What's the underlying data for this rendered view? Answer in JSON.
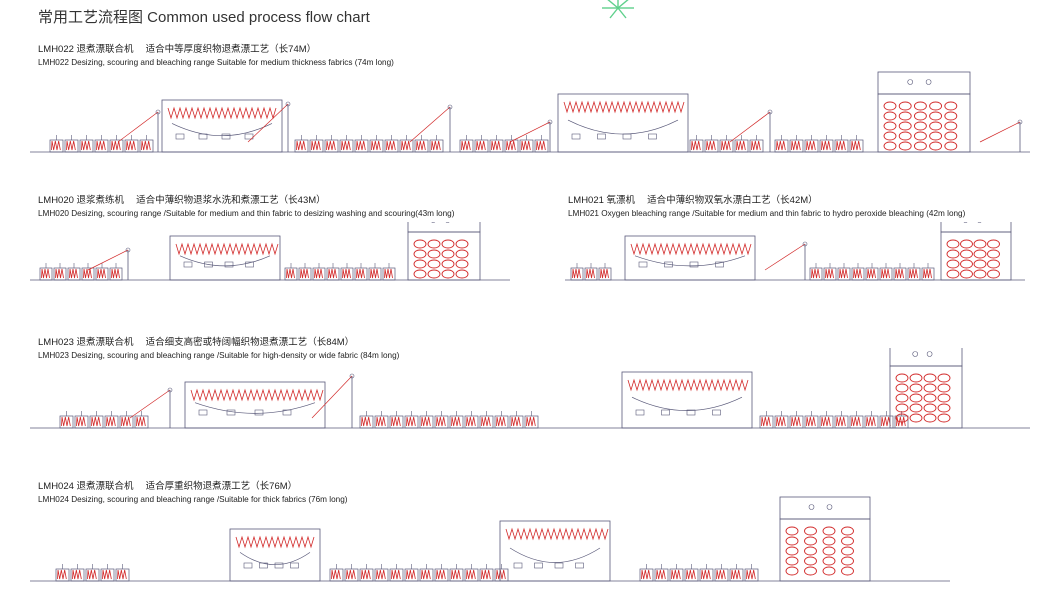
{
  "page_title": "常用工艺流程图 Common used process flow chart",
  "colors": {
    "line": "#5a5a7a",
    "accent": "#d22a2a",
    "star": "#5fd08c"
  },
  "decoration": {
    "icon": "star-icon"
  },
  "sections": [
    {
      "id": "lmh022",
      "cn": "LMH022 退煮漂联合机　 适合中等厚度织物退煮漂工艺（长74M）",
      "en": "LMH022 Desizing, scouring and bleaching range   Suitable for medium thickness fabrics (74m long)"
    },
    {
      "id": "lmh020",
      "cn": "LMH020 退浆煮练机　 适合中薄织物退浆水洗和煮漂工艺（长43M）",
      "en": "LMH020 Desizing, scouring range /Suitable for medium and thin fabric to desizing washing and scouring(43m long)"
    },
    {
      "id": "lmh021",
      "cn": "LMH021 氧漂机　 适合中薄织物双氧水漂白工艺（长42M）",
      "en": "LMH021 Oxygen bleaching range /Suitable for medium and thin fabric to hydro peroxide bleaching (42m long)"
    },
    {
      "id": "lmh023",
      "cn": "LMH023 退煮漂联合机　 适合细支高密或特阔幅织物退煮漂工艺（长84M）",
      "en": "LMH023 Desizing, scouring and bleaching range /Suitable for high-density or wide fabric (84m long)"
    },
    {
      "id": "lmh024",
      "cn": "LMH024 退煮漂联合机　 适合厚重织物退煮漂工艺（长76M）",
      "en": "LMH024 Desizing, scouring and bleaching range /Suitable for thick fabrics (76m long)"
    }
  ]
}
